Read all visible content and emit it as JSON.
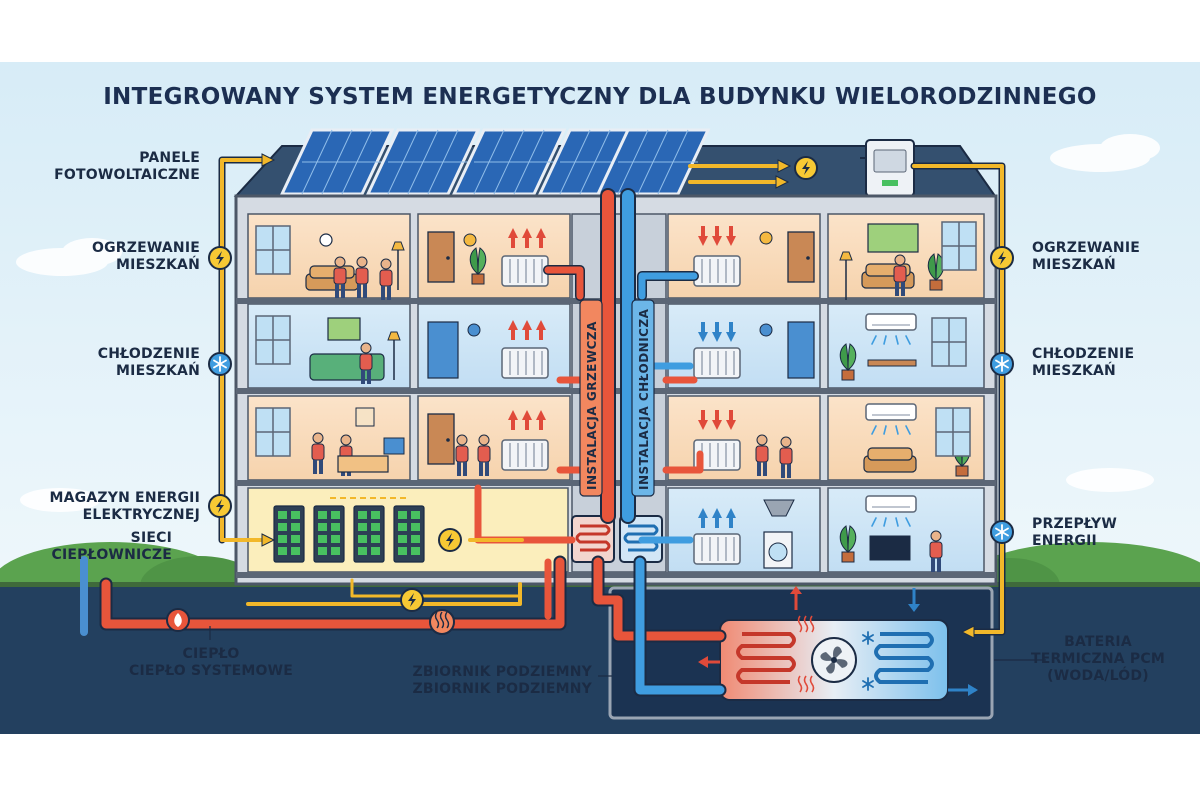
{
  "title": "INTEGROWANY SYSTEM ENERGETYCZNY DLA BUDYNKU WIELORODZINNEGO",
  "labels_left": {
    "pv_line1": "PANELE",
    "pv_line2": "FOTOWOLTAICZNE",
    "heat_line1": "OGRZEWANIE",
    "heat_line2": "MIESZKAŃ",
    "cool_line1": "CHŁODZENIE",
    "cool_line2": "MIESZKAŃ",
    "storage_line1": "MAGAZYN ENERGII",
    "storage_line2": "ELEKTRYCZNEJ",
    "district_line1": "SIECI",
    "district_line2": "CIEPŁOWNICZE",
    "heat_src_line1": "CIEPŁO",
    "heat_src_line2": "CIEPŁO SYSTEMOWE"
  },
  "labels_right": {
    "heat_line1": "OGRZEWANIE",
    "heat_line2": "MIESZKAŃ",
    "cool_line1": "CHŁODZENIE",
    "cool_line2": "MIESZKAŃ",
    "flow_line1": "PRZEPŁYW",
    "flow_line2": "ENERGII",
    "pcm_line1": "BATERIA",
    "pcm_line2": "TERMICZNA PCM",
    "pcm_line3": "(WODA/LÓD)"
  },
  "labels_bottom": {
    "tank_line1": "ZBIORNIK PODZIEMNY",
    "tank_line2": "ZBIORNIK PODZIEMNY"
  },
  "risers": {
    "heating": "INSTALACJA GRZEWCZA",
    "cooling": "INSTALACJA CHŁODNICZA"
  },
  "colors": {
    "sky": "#dcedf6",
    "ground": "#23405f",
    "building_frame": "#5b6676",
    "hot_pipe": "#e8553b",
    "cold_pipe": "#3f9de0",
    "power_line": "#f2b82a",
    "roof": "#34506f"
  },
  "icons": [
    "bolt-icon",
    "snowflake-icon",
    "flame-icon",
    "heat-wave-icon",
    "fan-icon",
    "inverter-icon",
    "battery-rack-icon",
    "radiator-icon",
    "ac-unit-icon"
  ]
}
